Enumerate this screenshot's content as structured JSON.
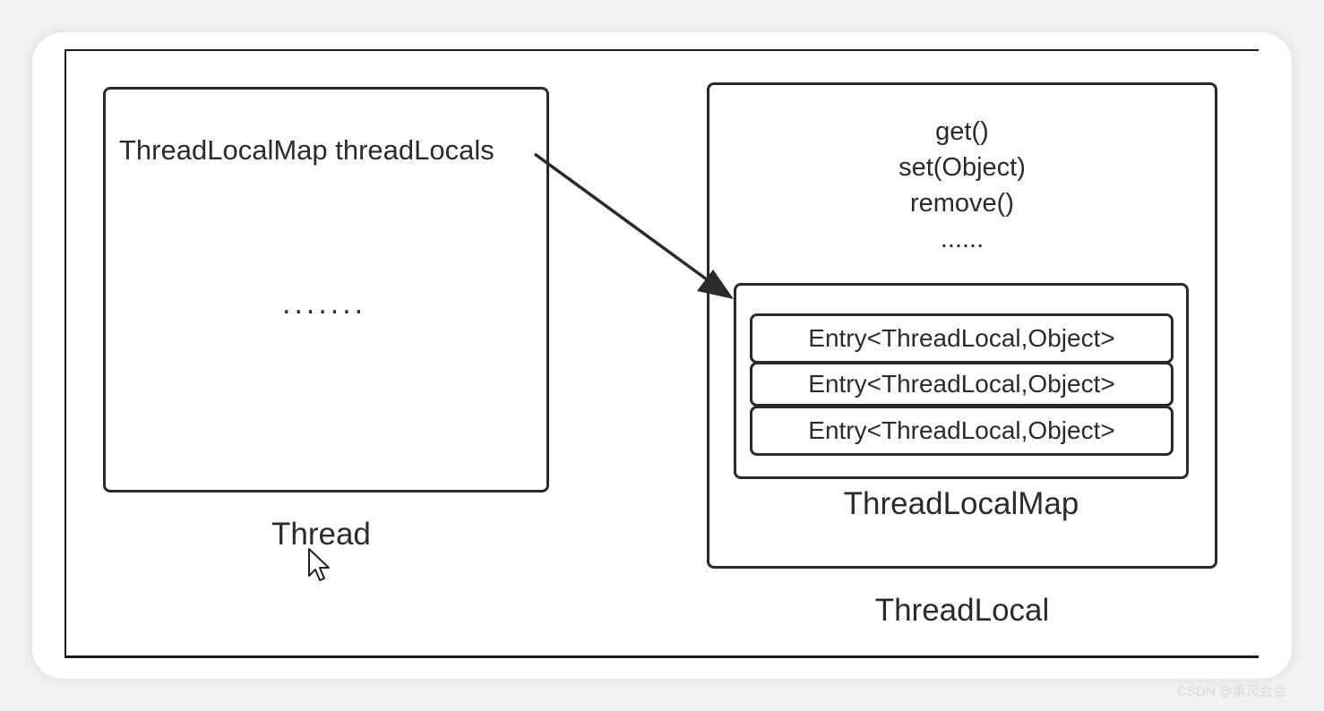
{
  "thread": {
    "field": "ThreadLocalMap threadLocals",
    "ellipsis": ".......",
    "caption": "Thread"
  },
  "thread_local": {
    "methods": [
      "get()",
      "set(Object)",
      "remove()",
      "......"
    ],
    "caption": "ThreadLocal"
  },
  "thread_local_map": {
    "entries": [
      "Entry<ThreadLocal,Object>",
      "Entry<ThreadLocal,Object>",
      "Entry<ThreadLocal,Object>"
    ],
    "caption": "ThreadLocalMap"
  },
  "icons": {
    "arrow": "arrow-right-down-icon",
    "cursor": "mouse-pointer-icon"
  },
  "watermark": "CSDN @乘风会会"
}
